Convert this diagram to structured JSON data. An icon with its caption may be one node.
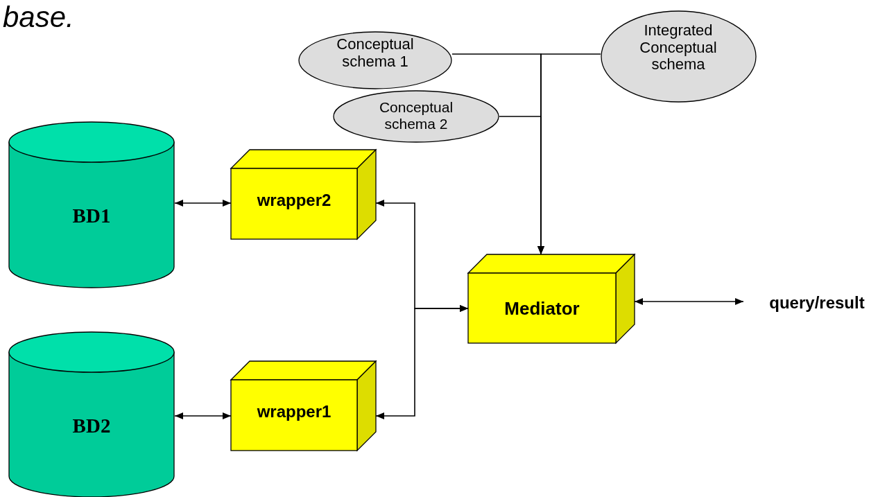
{
  "diagram": {
    "nodes": [
      {
        "text": [
          "Conceptual schema 1"
        ]
      },
      {
        "text": [
          "Conceptual schema 2"
        ]
      },
      {
        "text": [
          "Integrated Conceptual schema"
        ]
      },
      {
        "text": [
          "BD1"
        ]
      },
      {
        "text": [
          "wrapper2"
        ]
      },
      {
        "text": [
          "Mediator"
        ]
      },
      {
        "text": [
          "query/result"
        ]
      },
      {
        "text": [
          "BD2"
        ]
      },
      {
        "text": [
          "wrapper1"
        ]
      }
    ],
    "edges": [
      {
        "from": 3,
        "to": 4,
        "arrow": "both"
      },
      {
        "from": 7,
        "to": 8,
        "arrow": "both"
      },
      {
        "from": 5,
        "to": 4,
        "arrow": "both"
      },
      {
        "from": 5,
        "to": 8,
        "arrow": "both"
      },
      {
        "from": 0,
        "to": 5,
        "arrow": "to"
      },
      {
        "from": 1,
        "to": 5,
        "arrow": "to"
      },
      {
        "from": 2,
        "to": 5,
        "arrow": "to"
      },
      {
        "from": 5,
        "to": 6,
        "arrow": "both"
      }
    ],
    "labels": [
      "base."
    ]
  }
}
